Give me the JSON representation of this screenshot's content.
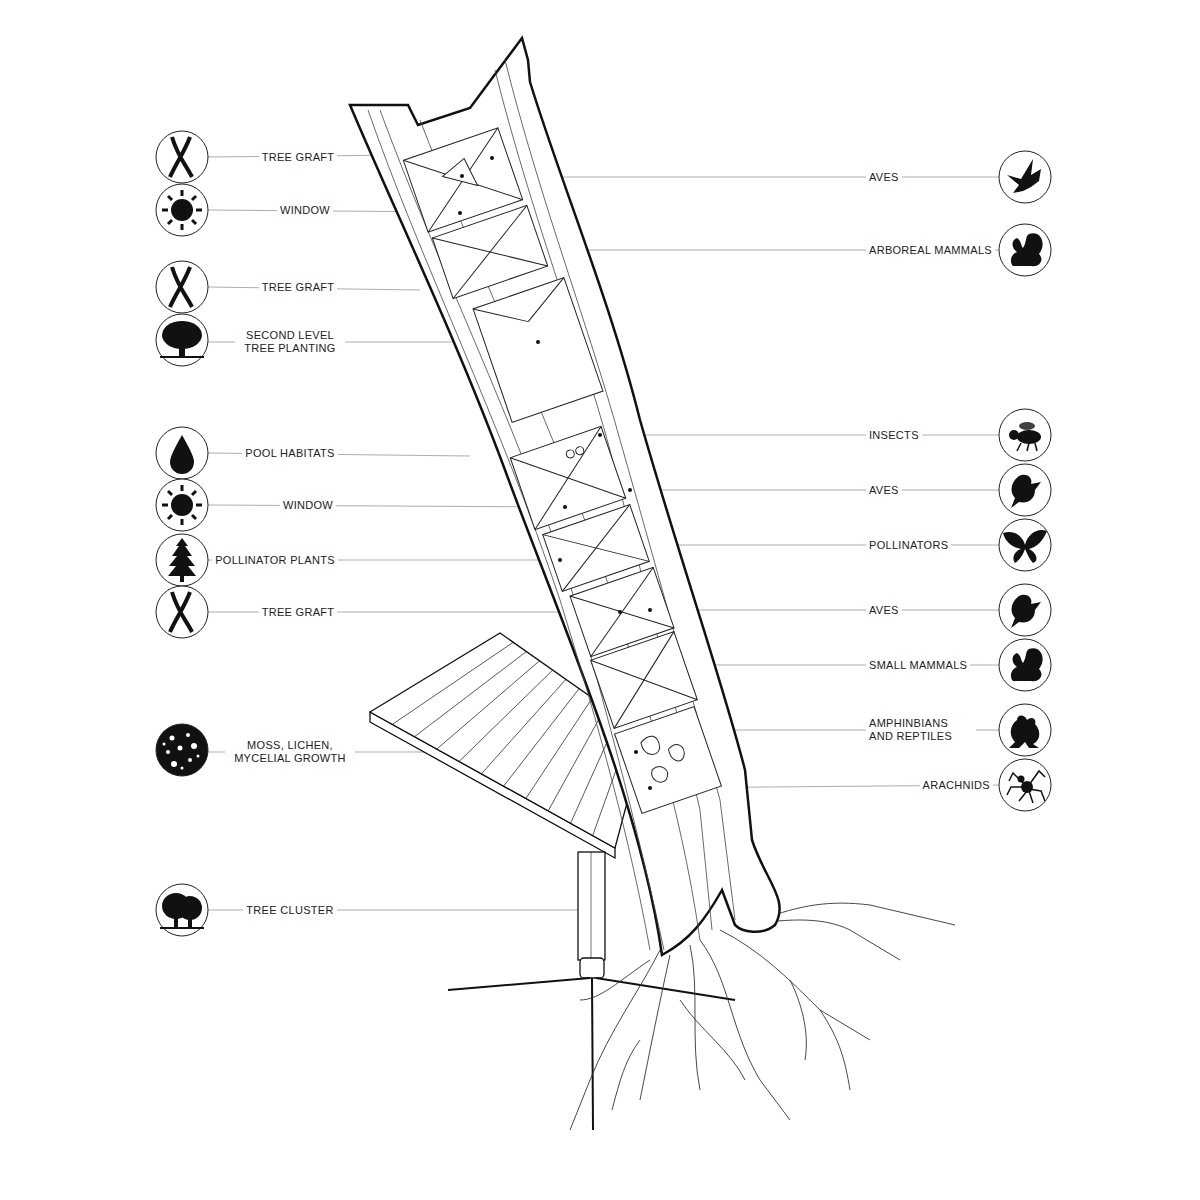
{
  "diagram": {
    "labels": [
      "TREE GRAFT",
      "WINDOW",
      "TREE GRAFT",
      "SECOND LEVEL TREE PLANTING",
      "POOL HABITATS",
      "WINDOW",
      "POLLINATOR PLANTS",
      "TREE GRAFT",
      "MOSS, LICHEN, MYCELIAL GROWTH",
      "TREE CLUSTER",
      "AVES",
      "ARBOREAL MAMMALS",
      "INSECTS",
      "AVES",
      "POLLINATORS",
      "AVES",
      "SMALL MAMMALS",
      "AMPHINBIANS AND REPTILES",
      "ARACHNIDS"
    ]
  }
}
